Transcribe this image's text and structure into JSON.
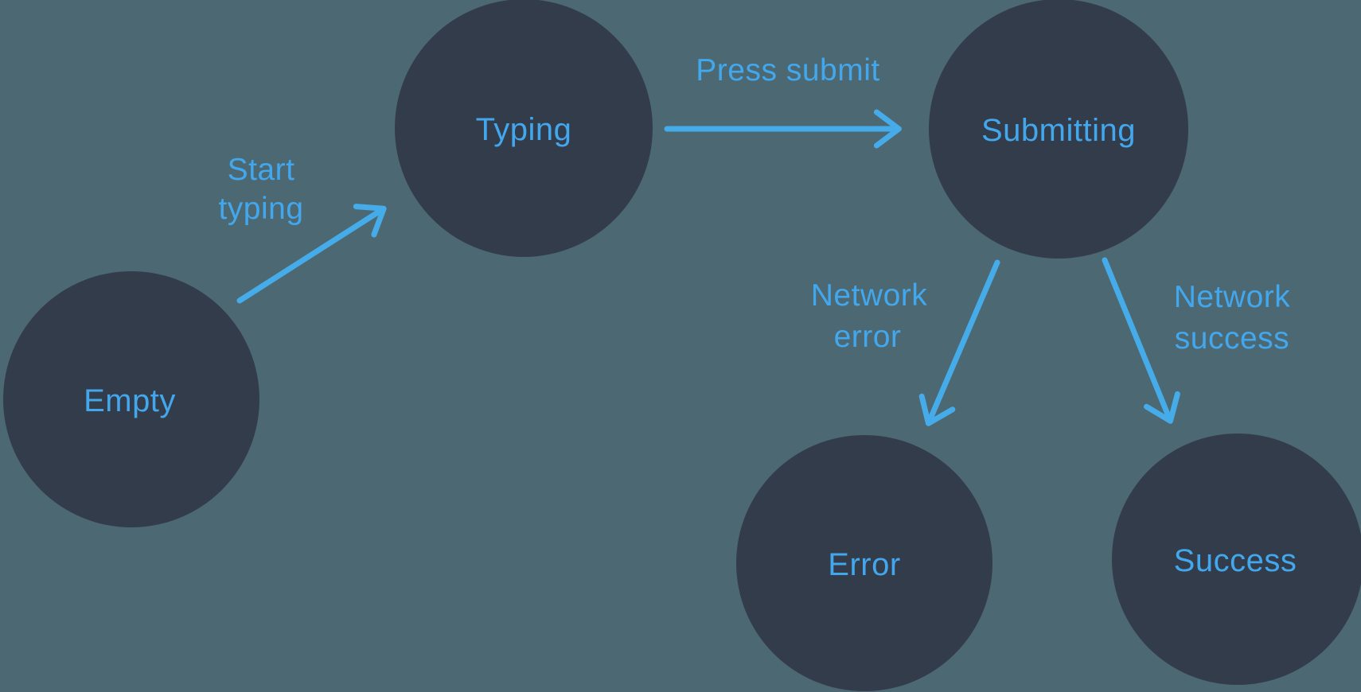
{
  "colors": {
    "background": "#4C6872",
    "node_fill": "#333C4A",
    "accent_blue": "#42A7EC",
    "arrow_blue": "#45ABE9"
  },
  "nodes": [
    {
      "id": "empty",
      "label": "Empty"
    },
    {
      "id": "typing",
      "label": "Typing"
    },
    {
      "id": "submitting",
      "label": "Submitting"
    },
    {
      "id": "error",
      "label": "Error"
    },
    {
      "id": "success",
      "label": "Success"
    }
  ],
  "edges": [
    {
      "from": "empty",
      "to": "typing",
      "label_lines": [
        "Start",
        "typing"
      ]
    },
    {
      "from": "typing",
      "to": "submitting",
      "label_lines": [
        "Press submit"
      ]
    },
    {
      "from": "submitting",
      "to": "error",
      "label_lines": [
        "Network",
        "error"
      ]
    },
    {
      "from": "submitting",
      "to": "success",
      "label_lines": [
        "Network",
        "success"
      ]
    }
  ]
}
